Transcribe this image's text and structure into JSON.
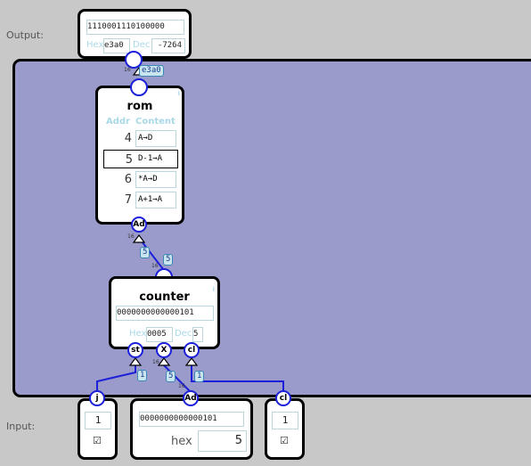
{
  "labels": {
    "output": "Output:",
    "input": "Input:"
  },
  "output": {
    "bits": [
      "1110",
      "0011",
      "1010",
      "0000"
    ],
    "hex_label": "Hex",
    "hex_value": "e3a0",
    "dec_label": "Dec",
    "dec_value": "-7264",
    "wire_badge": "e3a0",
    "wire_width": "16"
  },
  "rom": {
    "title": "rom",
    "addr_header": "Addr",
    "content_header": "Content",
    "info": "i",
    "rows": [
      {
        "addr": "4",
        "content": "A→D"
      },
      {
        "addr": "5",
        "content": "D-1→A"
      },
      {
        "addr": "6",
        "content": "*A→D"
      },
      {
        "addr": "7",
        "content": "A+1→A"
      }
    ],
    "port_ad": "Ad",
    "port_width": "16"
  },
  "link_badges": {
    "a": "5",
    "b": "5",
    "width": "16"
  },
  "counter": {
    "title": "counter",
    "info": "i",
    "binary": "0000000000000101",
    "hex_label": "Hex",
    "hex_value": "0005",
    "dec_label": "Dec",
    "dec_value": "5",
    "ports": {
      "st": "st",
      "x": "X",
      "cl": "cl"
    },
    "port_x_width": "16"
  },
  "wire_badges": {
    "st": "1",
    "x": "5",
    "cl": "1",
    "ad_width": "16"
  },
  "inputs": {
    "j": {
      "port": "j",
      "value": "1",
      "checkbox": "☑"
    },
    "ad": {
      "port": "Ad",
      "binary": "0000000000000101",
      "hex_label": "hex",
      "value": "5"
    },
    "cl": {
      "port": "cl",
      "value": "1",
      "checkbox": "☑"
    }
  },
  "colors": {
    "canvas": "#9a9acb",
    "wire": "#1c20d8",
    "badge_bg": "#c9e6ef",
    "label": "#a9d9e7"
  }
}
